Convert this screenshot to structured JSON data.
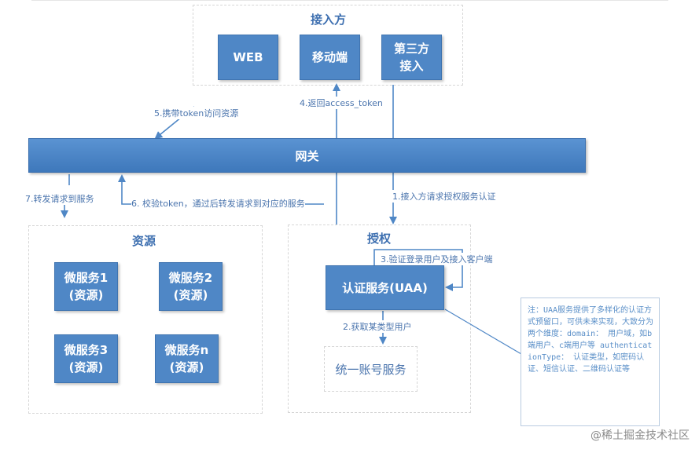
{
  "access_section": {
    "title": "接入方"
  },
  "nodes": {
    "web": "WEB",
    "mobile": "移动端",
    "third_party": [
      "第三方",
      "接入"
    ],
    "gateway": "网关",
    "uaa": "认证服务(UAA)",
    "ms1": [
      "微服务1",
      "(资源)"
    ],
    "ms2": [
      "微服务2",
      "(资源)"
    ],
    "ms3": [
      "微服务3",
      "(资源)"
    ],
    "msn": [
      "微服务n",
      "(资源)"
    ],
    "unified": "统一账号服务"
  },
  "resource_section": {
    "title": "资源"
  },
  "auth_section": {
    "title": "授权"
  },
  "edges": {
    "e1": "1.接入方请求授权服务认证",
    "e2": "2.获取某类型用户",
    "e3": "3.验证登录用户及接入客户端",
    "e4": "4.返回access_token",
    "e5": "5.携带token访问资源",
    "e6": "6. 校验token，通过后转发请求到对应的服务",
    "e7": "7.转发请求到服务"
  },
  "note": "注：UAA服务提供了多样化的认证方式预留口，可供未来实现，大致分为两个维度：domain： 用户域，如b端用户、c端用户等 authenticationType： 认证类型，如密码认证、短信认证、二维码认证等",
  "watermark": "@稀土掘金技术社区",
  "colors": {
    "node_fill": "#4f87c6",
    "label": "#4a74ad",
    "note_text": "#5a8fc8"
  }
}
